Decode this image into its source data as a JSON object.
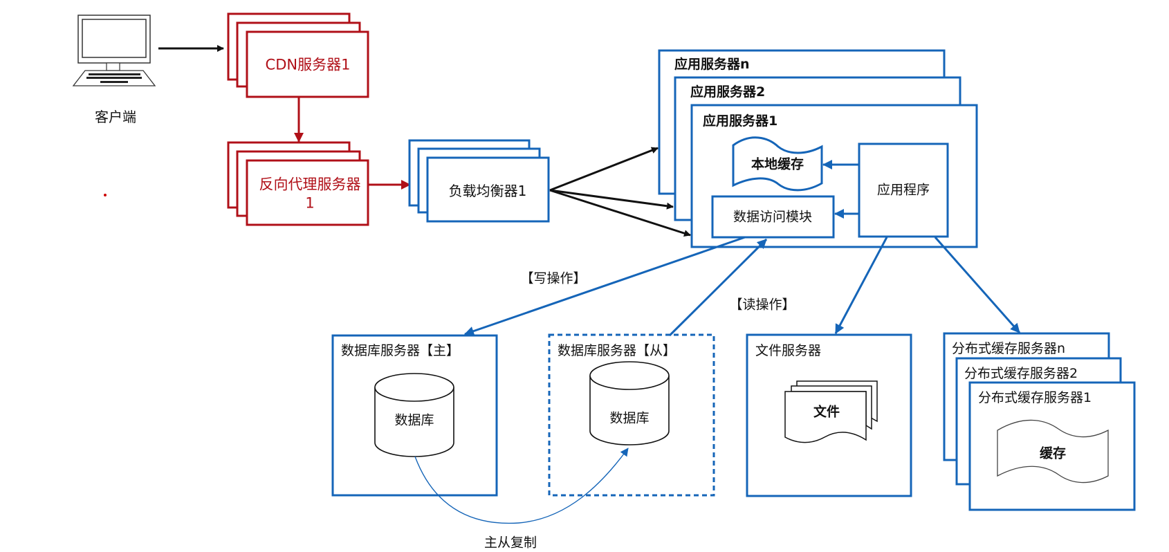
{
  "colors": {
    "red": "#b01018",
    "blue": "#1565b8",
    "black": "#111111"
  },
  "client": {
    "icon": "desktop-computer-icon",
    "label": "客户端"
  },
  "cdn": {
    "label": "CDN服务器1",
    "stack_count": 3
  },
  "reverse_proxy": {
    "label_line1": "反向代理服务器",
    "label_line2": "1",
    "stack_count": 3
  },
  "load_balancer": {
    "label": "负载均衡器1",
    "stack_count": 3
  },
  "app_servers": {
    "titles": [
      "应用服务器n",
      "应用服务器2",
      "应用服务器1"
    ],
    "local_cache": "本地缓存",
    "app_program": "应用程序",
    "data_access": "数据访问模块"
  },
  "edges": {
    "write_label": "【写操作】",
    "read_label": "【读操作】",
    "replication_label": "主从复制"
  },
  "db_master": {
    "title": "数据库服务器【主】",
    "db_label": "数据库"
  },
  "db_slave": {
    "title": "数据库服务器【从】",
    "db_label": "数据库"
  },
  "file_server": {
    "title": "文件服务器",
    "files_label": "文件"
  },
  "dist_cache": {
    "titles": [
      "分布式缓存服务器n",
      "分布式缓存服务器2",
      "分布式缓存服务器1"
    ],
    "cache_label": "缓存"
  }
}
